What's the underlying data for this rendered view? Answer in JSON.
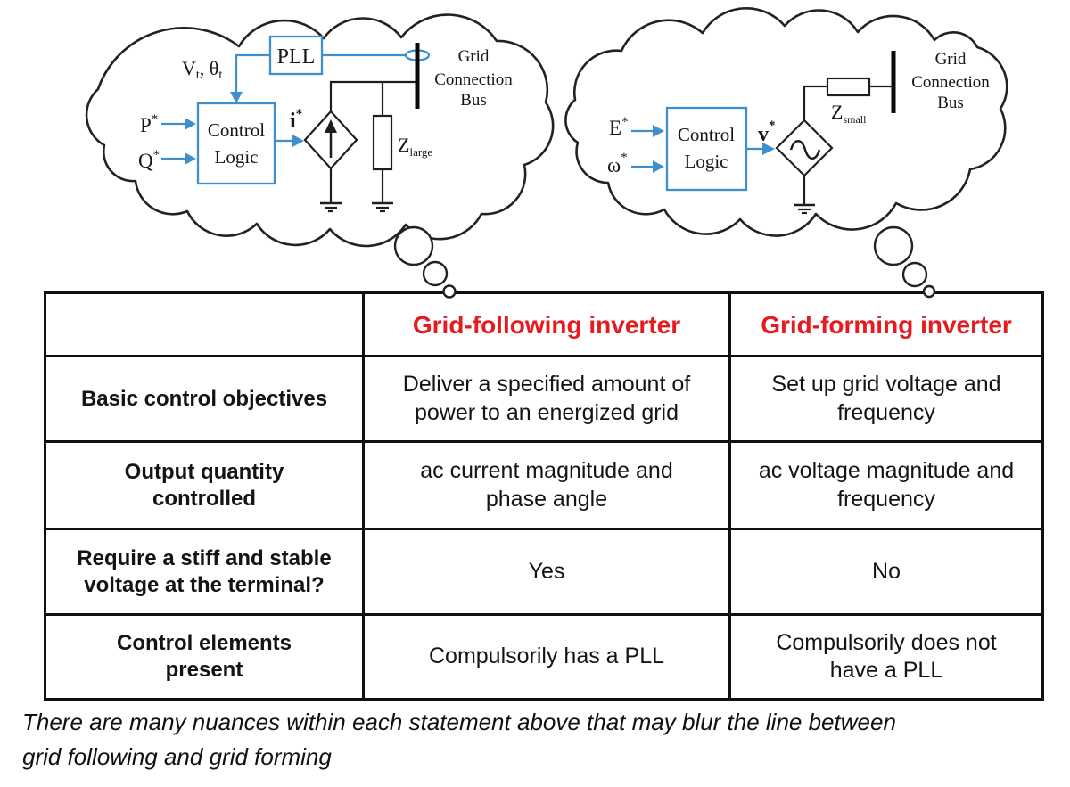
{
  "clouds": {
    "left": {
      "pll_label": "PLL",
      "control_line1": "Control",
      "control_line2": "Logic",
      "input1_base": "P",
      "input1_sup": "*",
      "input2_base": "Q",
      "input2_sup": "*",
      "feedback_base1": "V",
      "feedback_sub1": "t",
      "feedback_base2": ", θ",
      "feedback_sub2": "t",
      "output_base": "i",
      "output_sup": "*",
      "impedance_base": "Z",
      "impedance_sub": "large",
      "bus_line1": "Grid",
      "bus_line2": "Connection",
      "bus_line3": "Bus"
    },
    "right": {
      "control_line1": "Control",
      "control_line2": "Logic",
      "input1_base": "E",
      "input1_sup": "*",
      "input2_base": "ω",
      "input2_sup": "*",
      "output_base": "v",
      "output_sup": "*",
      "impedance_base": "Z",
      "impedance_sub": "small",
      "bus_line1": "Grid",
      "bus_line2": "Connection",
      "bus_line3": "Bus"
    }
  },
  "table": {
    "headers": [
      "",
      "Grid-following inverter",
      "Grid-forming inverter"
    ],
    "rows": [
      {
        "label": "Basic control objectives",
        "following": "Deliver a specified amount of\npower to an energized grid",
        "forming": "Set up grid voltage and\nfrequency"
      },
      {
        "label": "Output quantity\ncontrolled",
        "following": "ac current magnitude and\nphase angle",
        "forming": "ac voltage magnitude and\nfrequency"
      },
      {
        "label": "Require a stiff and stable\nvoltage at the terminal?",
        "following": "Yes",
        "forming": "No"
      },
      {
        "label": "Control elements\npresent",
        "following": "Compulsorily has a PLL",
        "forming": "Compulsorily does not\nhave a PLL"
      }
    ]
  },
  "note": "There are many nuances within each statement above that may blur the line between\ngrid following and grid forming",
  "colors": {
    "header_red": "#e51b20",
    "accent_blue": "#3e8fcb",
    "ink": "#1b1b1b"
  }
}
